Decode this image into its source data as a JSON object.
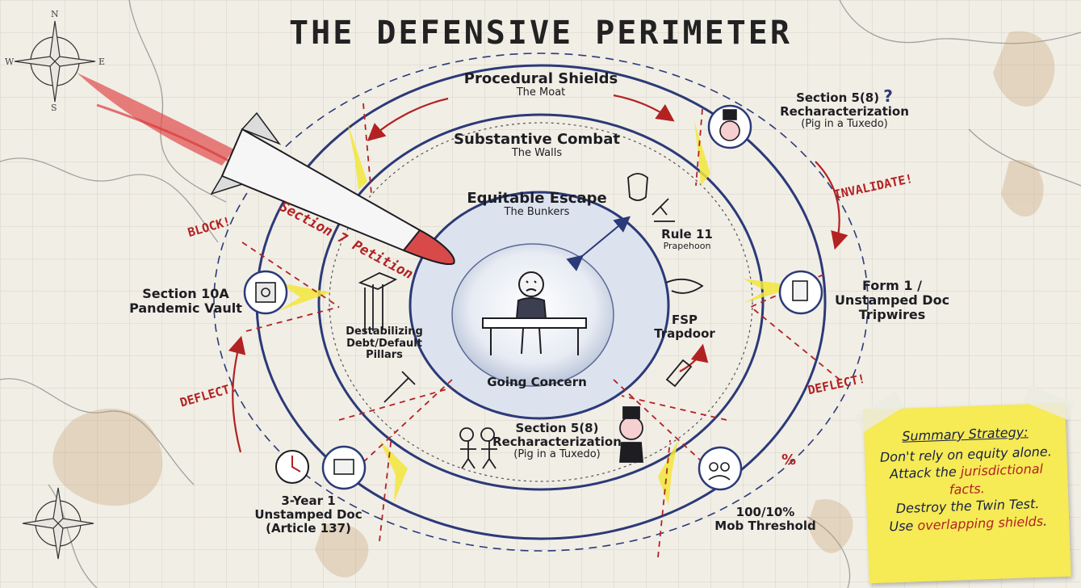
{
  "title": "THE DEFENSIVE PERIMETER",
  "rings": {
    "moat": {
      "name": "Procedural Shields",
      "sub": "The Moat"
    },
    "walls": {
      "name": "Substantive Combat",
      "sub": "The Walls"
    },
    "bunkers": {
      "name": "Equitable Escape",
      "sub": "The Bunkers"
    }
  },
  "center_label": "Going Concern",
  "missile_label": "Section 7 Petition",
  "inner": {
    "rule11": {
      "name": "Rule 11",
      "sub": "Prapehoon"
    },
    "fsp": {
      "line1": "FSP",
      "line2": "Trapdoor"
    },
    "pillars": {
      "line1": "Destabilizing",
      "line2": "Debt/Default",
      "line3": "Pillars"
    },
    "recharac": {
      "line1": "Section 5(8)",
      "line2": "Recharacterization",
      "line3": "(Pig in a Tuxedo)"
    }
  },
  "outer": {
    "top_right": {
      "line1": "Section 5(8)",
      "line2": "Recharacterization",
      "line3": "(Pig in a Tuxedo)"
    },
    "right": {
      "line1": "Form 1 /",
      "line2": "Unstamped Doc",
      "line3": "Tripwires"
    },
    "left": {
      "line1": "Section 10A",
      "line2": "Pandemic Vault"
    },
    "bottom_left": {
      "line1": "3-Year 1",
      "line2": "Unstamped Doc",
      "line3": "(Article 137)"
    },
    "bottom_right": {
      "line1": "100/10%",
      "line2": "Mob Threshold"
    }
  },
  "actions": {
    "block": "BLOCK!",
    "invalidate": "INVALIDATE!",
    "deflect_left": "DEFLECT!",
    "deflect_right": "DEFLECT!",
    "percent": "%",
    "question": "?"
  },
  "compass": {
    "n": "N",
    "s": "S",
    "e": "E",
    "w": "W"
  },
  "summary": {
    "heading": "Summary Strategy:",
    "line1": "Don't rely on equity alone.",
    "line2a": "Attack the ",
    "line2b": "jurisdictional",
    "line2c": "facts.",
    "line3": "Destroy the Twin Test.",
    "line4a": "Use ",
    "line4b": "overlapping shields",
    "line4c": "."
  },
  "colors": {
    "ink": "#2b3a78",
    "red": "#b22222",
    "yellow": "#f2e63a",
    "paper": "#f1eee6"
  }
}
